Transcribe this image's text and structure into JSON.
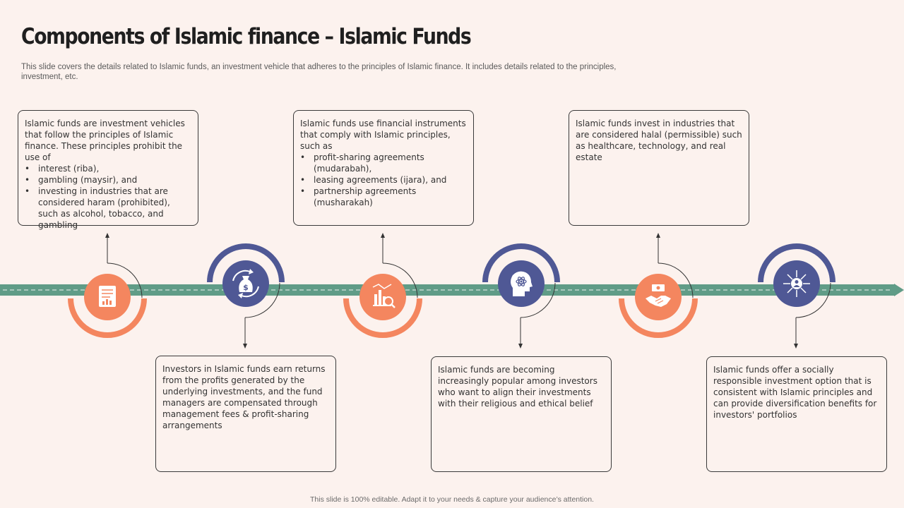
{
  "title": "Components of Islamic finance – Islamic Funds",
  "subtitle": "This slide covers the details related to Islamic funds, an investment vehicle that adheres to the principles of Islamic finance. It includes details related to the principles, investment, etc.",
  "footer": "This slide is 100% editable.  Adapt it to your needs & capture your audience’s attention.",
  "colors": {
    "background": "#fcf2ee",
    "accent_orange": "#f4865f",
    "accent_navy": "#4f5895",
    "timeline_green": "#609c87"
  },
  "boxes": {
    "top1": {
      "intro": "Islamic funds are investment vehicles that follow the principles of Islamic finance. These principles prohibit the use of",
      "bullets": [
        "interest (riba),",
        "gambling (maysir), and",
        "investing in industries that are considered haram (prohibited), such as alcohol, tobacco, and gambling"
      ]
    },
    "top2": {
      "intro": "Islamic funds use financial instruments that comply with Islamic principles, such as",
      "bullets": [
        "profit-sharing agreements (mudarabah),",
        "leasing agreements (ijara), and",
        "partnership agreements (musharakah)"
      ]
    },
    "top3": {
      "text": "Islamic funds invest in industries that are considered halal (permissible) such as healthcare, technology, and real estate"
    },
    "bottom1": {
      "text": "Investors in Islamic funds earn returns from the profits generated by the underlying investments, and the fund managers are compensated through management fees & profit-sharing arrangements"
    },
    "bottom2": {
      "text": "Islamic funds are becoming increasingly popular among investors who want to align their investments with their religious and ethical belief"
    },
    "bottom3": {
      "text": "Islamic funds offer a socially responsible investment option that is consistent with Islamic principles and can provide diversification benefits for investors' portfolios"
    }
  },
  "icons": [
    "report-document-icon",
    "money-bag-cycle-icon",
    "chart-magnifier-icon",
    "head-atom-icon",
    "handshake-deal-icon",
    "network-person-icon"
  ]
}
